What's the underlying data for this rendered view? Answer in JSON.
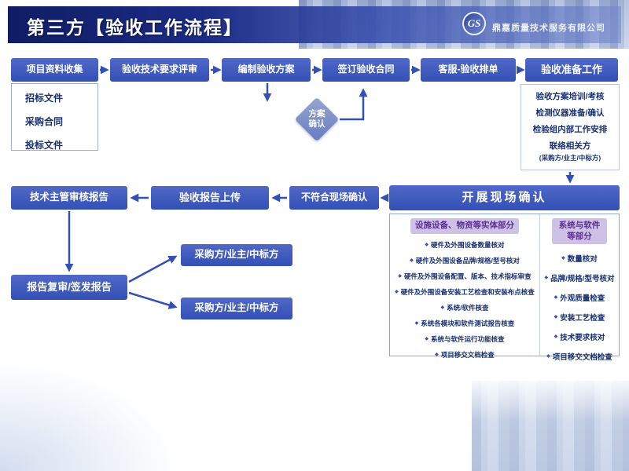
{
  "header": {
    "title": "第三方【验收工作流程】",
    "logo": "GS",
    "company": "鼎嘉质量技术服务有限公司"
  },
  "top_flow": {
    "steps": [
      "项目资料收集",
      "验收技术要求评审",
      "编制验收方案",
      "签订验收合同",
      "客服-验收排单",
      "验收准备工作"
    ],
    "documents": [
      "招标文件",
      "采购合同",
      "投标文件"
    ],
    "decision": {
      "line1": "方案",
      "line2": "确认"
    },
    "prep_items": [
      "验收方案培训/考核",
      "检测仪器准备/确认",
      "检验组内部工作安排",
      "联络相关方",
      "(采购方/业主/中标方)"
    ]
  },
  "middle_flow": {
    "onsite": "开展现场确认",
    "nonconform": "不符合现场确认",
    "upload": "验收报告上传",
    "lead_review": "技术主管审核报告"
  },
  "bottom_flow": {
    "final_review": "报告复审/签发报告",
    "recipient_top": "采购方/业主/中标方",
    "recipient_bottom": "采购方/业主/中标方"
  },
  "onsite_checks": {
    "left": {
      "title": "设施设备、物资等实体部分",
      "items": [
        "硬件及外围设备数量核对",
        "硬件及外围设备品牌/规格/型号核对",
        "硬件及外围设备配置、版本、技术指标审查",
        "硬件及外围设备安装工艺检查和安装布点核查",
        "系统/软件核查",
        "系统各模块和软件测试报告核查",
        "系统与软件运行功能核查",
        "项目移交文档检查"
      ]
    },
    "right": {
      "title": "系统与软件等部分",
      "items": [
        "数量核对",
        "品牌/规格/型号核对",
        "外观质量检查",
        "安装工艺检查",
        "技术要求核对",
        "项目移交文档检查"
      ]
    }
  },
  "colors": {
    "header_gradient_start": "#101c63",
    "header_gradient_end": "#7186cf",
    "box_blue": "#3350b5",
    "arrow_blue": "#3350b5",
    "text_navy": "#17306e",
    "column_header_bg": "#cdc2e6",
    "column_header_text": "#5b2d8e",
    "diamond_fill": "#7c90c8"
  }
}
